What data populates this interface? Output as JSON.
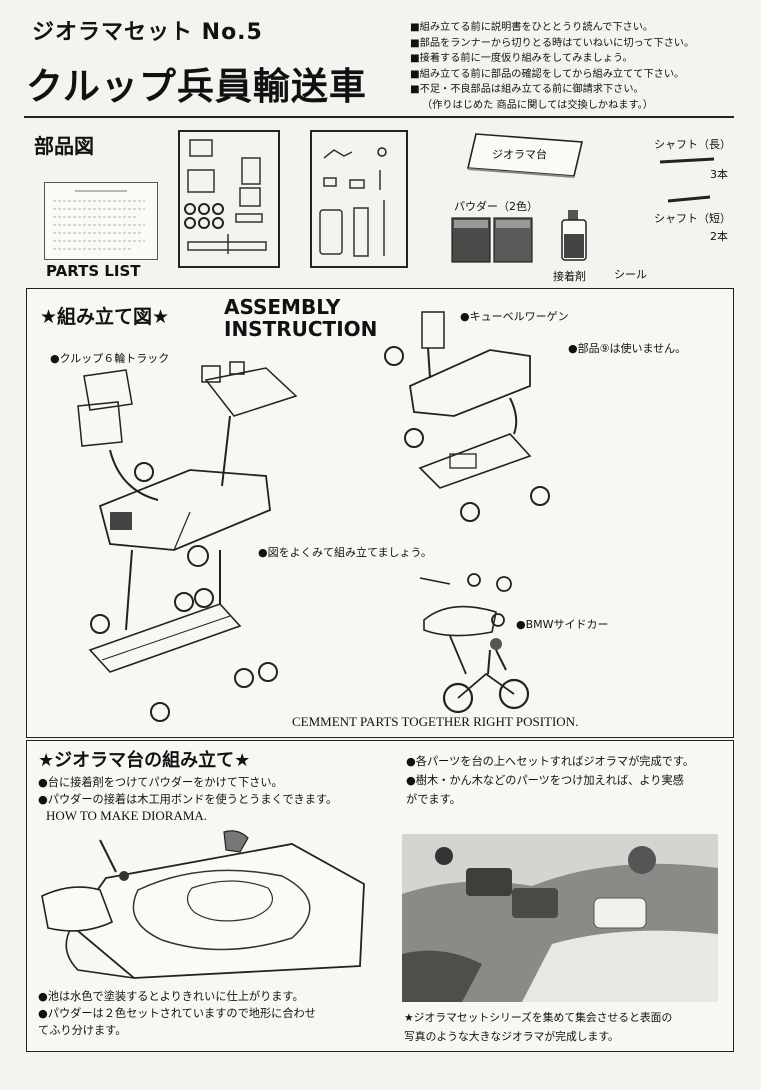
{
  "header": {
    "series": "ジオラマセット No.5",
    "title": "クルップ兵員輸送車",
    "notes": [
      "■組み立てる前に説明書をひととうり読んで下さい。",
      "■部品をランナーから切りとる時はていねいに切って下さい。",
      "■接着する前に一度仮り組みをしてみましょう。",
      "■組み立てる前に部品の確認をしてから組み立てて下さい。",
      "■不足・不良部品は組み立てる前に御請求下さい。",
      "（作りはじめた 商品に関しては交換しかねます。）"
    ]
  },
  "parts": {
    "heading": "部品図",
    "parts_list_label": "PARTS LIST",
    "base_label": "ジオラマ台",
    "powder_label": "パウダー（2色）",
    "glue_label": "接着剤",
    "seal_label": "シール",
    "shaft_long_label": "シャフト（長）",
    "shaft_long_qty": "3本",
    "shaft_short_label": "シャフト（短）",
    "shaft_short_qty": "2本"
  },
  "assembly": {
    "heading": "★組み立て図★",
    "heading_en_1": "ASSEMBLY",
    "heading_en_2": "INSTRUCTION",
    "krupp_label": "●クルップ６輪トラック",
    "kubel_label": "●キューベルワーゲン",
    "unused_note": "●部品⑨は使いません。",
    "look_note": "●図をよくみて組み立てましょう。",
    "bmw_label": "●BMWサイドカー",
    "cement_note": "CEMMENT PARTS TOGETHER RIGHT POSITION."
  },
  "diorama": {
    "heading": "★ジオラマ台の組み立て★",
    "steps": [
      "●台に接着剤をつけてパウダーをかけて下さい。",
      "●パウダーの接着は木工用ボンドを使うとうまくできます。"
    ],
    "how_to": "HOW TO MAKE DIORAMA.",
    "right_notes": [
      "●各パーツを台の上へセットすればジオラマが完成です。",
      "●樹木・かん木などのパーツをつけ加えれば、より実感",
      "がでます。"
    ],
    "bottom_left": [
      "●池は水色で塗装するとよりきれいに仕上がります。",
      "●パウダーは２色セットされていますので地形に合わせ",
      "てふり分けます。"
    ],
    "bottom_right": [
      "★ジオラマセットシリーズを集めて集会させると表面の",
      "写真のような大きなジオラマが完成します。"
    ]
  }
}
